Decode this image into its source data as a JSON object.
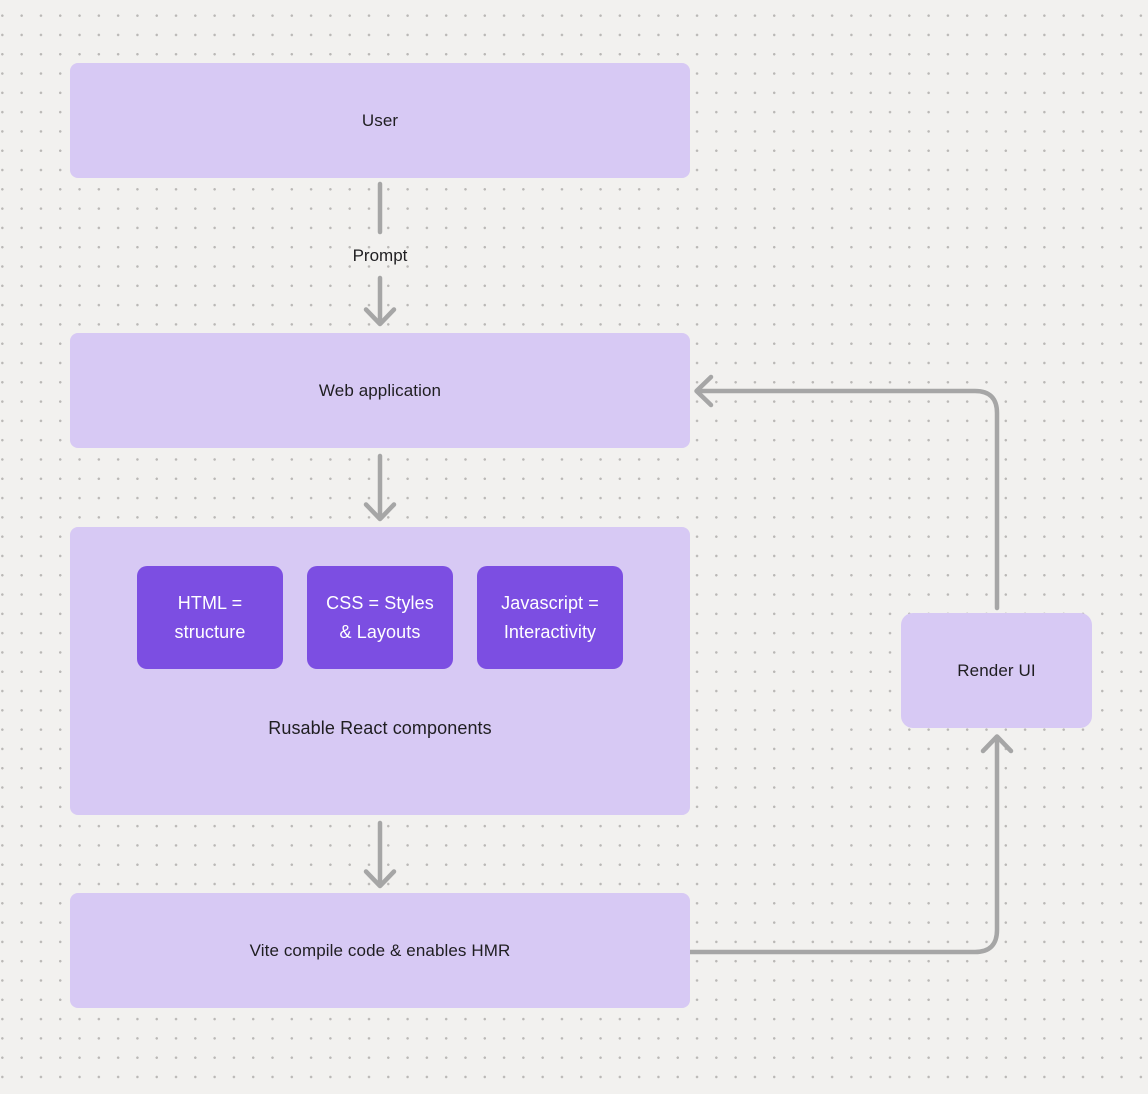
{
  "diagram": {
    "nodes": {
      "user": {
        "label": "User"
      },
      "web_application": {
        "label": "Web application"
      },
      "react_group": {
        "caption": "Rusable React components",
        "chips": [
          {
            "line1": "HTML =",
            "line2": "structure"
          },
          {
            "line1": "CSS = Styles",
            "line2": "& Layouts"
          },
          {
            "line1": "Javascript =",
            "line2": "Interactivity"
          }
        ]
      },
      "vite": {
        "label": "Vite compile code & enables HMR"
      },
      "render_ui": {
        "label": "Render UI"
      }
    },
    "edge_labels": {
      "prompt": "Prompt"
    },
    "colors": {
      "background": "#f2f1ef",
      "dot_grid": "#bab8b6",
      "node_fill": "#d7c9f4",
      "chip_fill": "#7c4ee2",
      "chip_text": "#ffffff",
      "arrow": "#a6a6a6",
      "label_text": "#1f1e21"
    }
  }
}
